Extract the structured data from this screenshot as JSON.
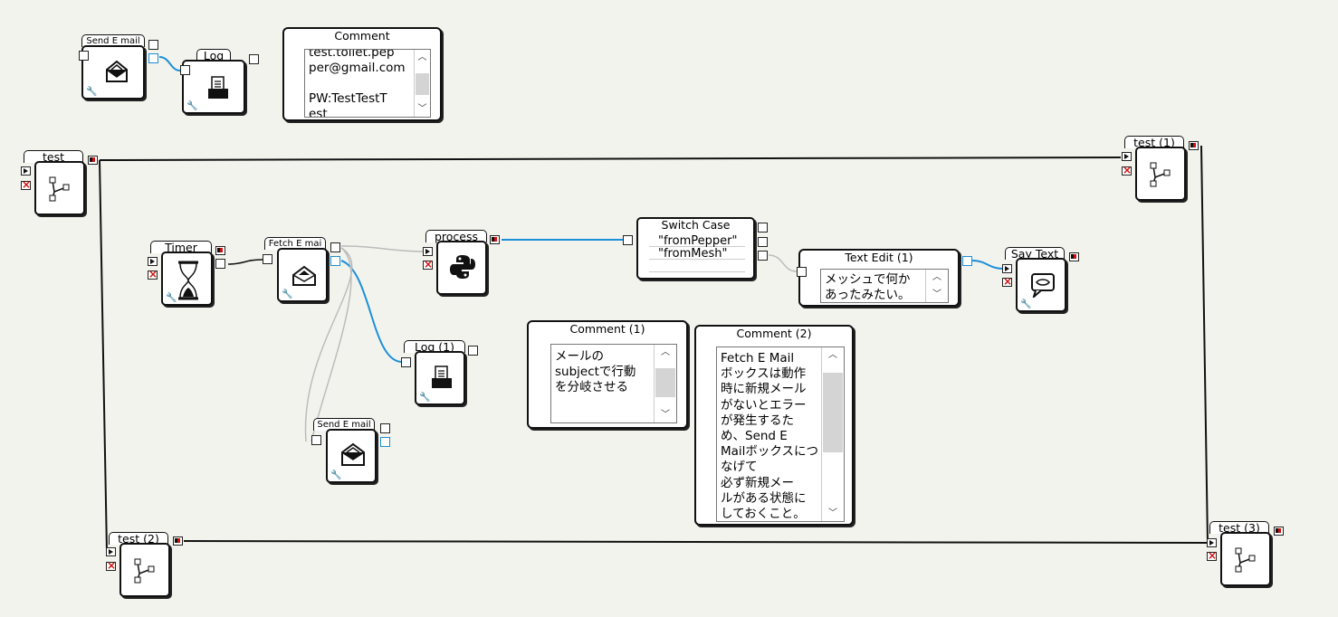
{
  "nodes": {
    "send_email_top": {
      "title": "Send E  mail"
    },
    "log_top": {
      "title": "Log"
    },
    "comment_top": {
      "title": "Comment",
      "text": "test.toilet.pep\nper@gmail.com\n\nPW:TestTestT\nest"
    },
    "test": {
      "title": "test"
    },
    "test1": {
      "title": "test (1)"
    },
    "test2": {
      "title": "test (2)"
    },
    "test3": {
      "title": "test (3)"
    },
    "timer": {
      "title": "Timer"
    },
    "fetch_email": {
      "title": "Fetch E  mai"
    },
    "process": {
      "title": "process"
    },
    "switch_case": {
      "title": "Switch Case",
      "cases": [
        "\"fromPepper\"",
        "\"fromMesh\"",
        ""
      ]
    },
    "text_edit": {
      "title": "Text Edit (1)",
      "text": "メッシュで何か\nあったみたい。"
    },
    "say_text": {
      "title": "Say Text"
    },
    "log1": {
      "title": "Log (1)"
    },
    "send_email_bottom": {
      "title": "Send E  mail"
    },
    "comment1": {
      "title": "Comment (1)",
      "text": "メールの\nsubjectで行動\nを分岐させる"
    },
    "comment2": {
      "title": "Comment (2)",
      "text": "Fetch E Mail\nボックスは動作\n時に新規メール\nがないとエラー\nが発生するた\nめ、Send E\nMailボックスにつ\nなげて\n必ず新規メー\nルがある状態に\nしておくこと。"
    }
  },
  "colors": {
    "wire_blue": "#1b8fd8",
    "wire_black": "#111111",
    "wire_gray": "#bbbbbb",
    "stop_red": "#d01010"
  },
  "icons": [
    "envelope-open-icon",
    "printer-icon",
    "diagram-icon",
    "hourglass-icon",
    "envelope-receive-icon",
    "python-icon",
    "speech-bubble-icon",
    "wrench-icon",
    "scroll-up-icon",
    "scroll-down-icon"
  ]
}
